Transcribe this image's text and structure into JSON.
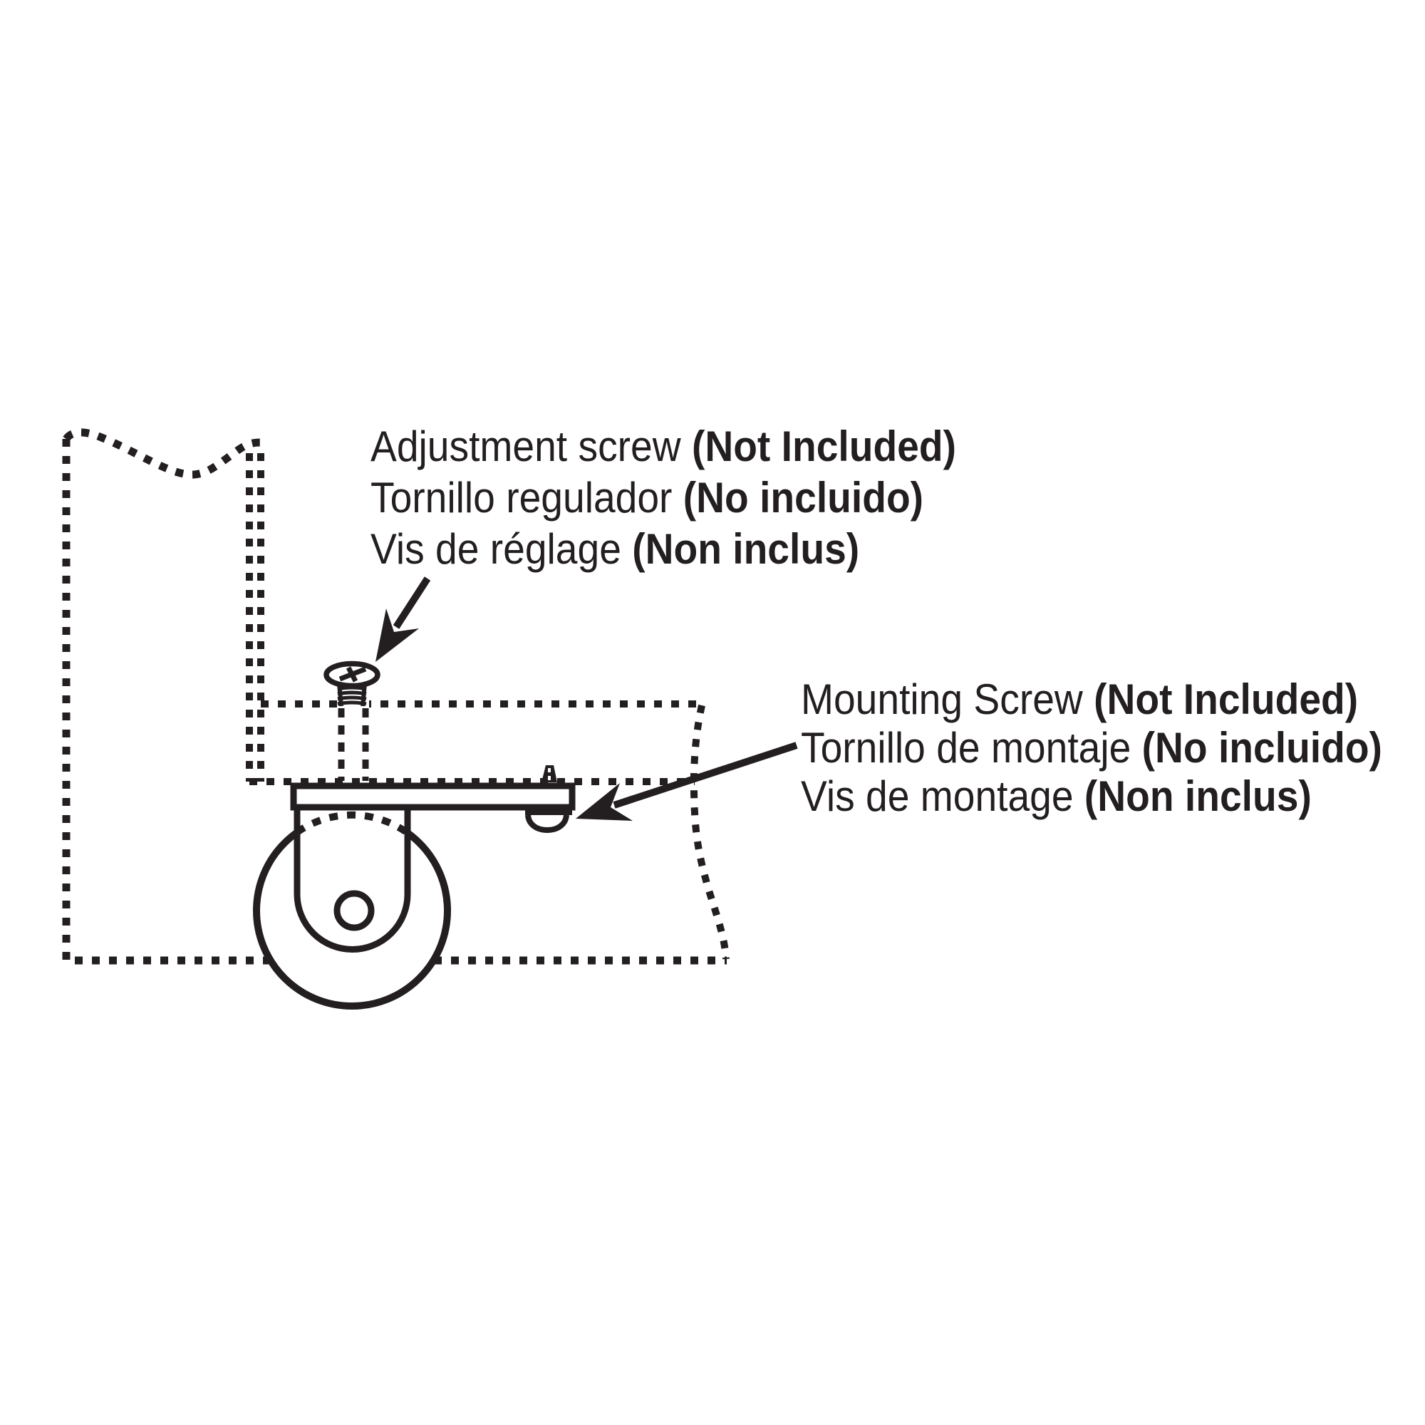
{
  "figure": {
    "colors": {
      "ink": "#231f20",
      "background": "#ffffff"
    },
    "labels": {
      "adjustment": {
        "en": "Adjustment screw ",
        "en_bold": "(Not Included)",
        "es": "Tornillo regulador ",
        "es_bold": "(No incluido)",
        "fr": "Vis de réglage ",
        "fr_bold": "(Non inclus)"
      },
      "mounting": {
        "en": "Mounting Screw ",
        "en_bold": "(Not Included)",
        "es": "Tornillo de montaje ",
        "es_bold": "(No incluido)",
        "fr": "Vis de montage ",
        "fr_bold": "(Non inclus)"
      }
    }
  }
}
